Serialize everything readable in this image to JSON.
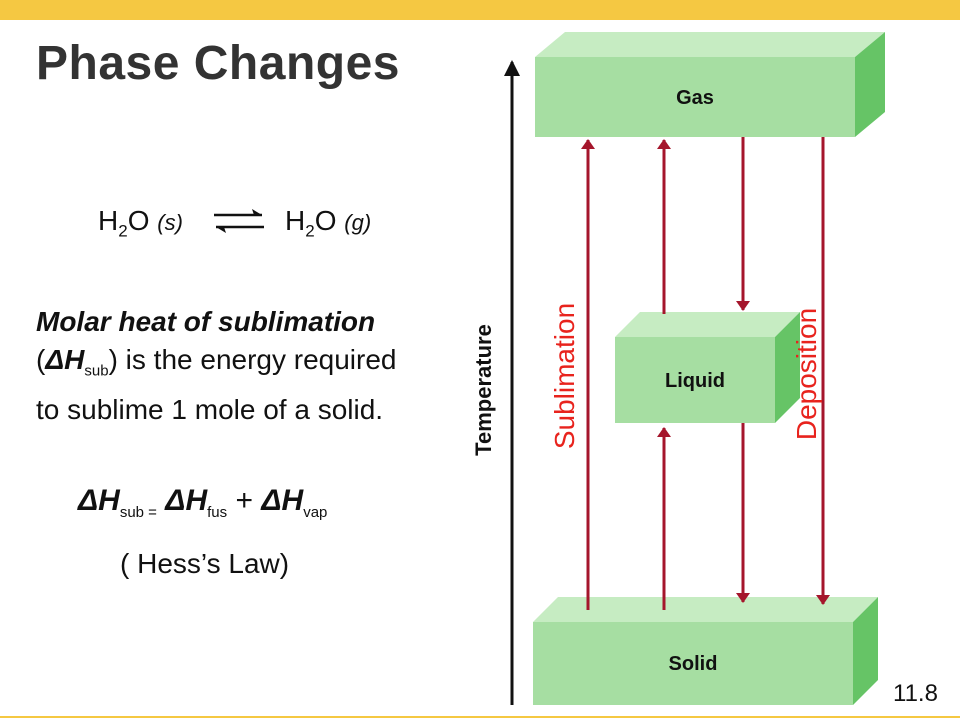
{
  "slide": {
    "title": "Phase Changes",
    "slide_number": "11.8"
  },
  "equation": {
    "left_species": "H",
    "left_sub": "2",
    "left_rest": "O",
    "left_state": "(s)",
    "right_species": "H",
    "right_sub": "2",
    "right_rest": "O",
    "right_state": "(g)"
  },
  "definition": {
    "term": "Molar heat of sublimation",
    "open_paren": "(",
    "delta": "Δ",
    "symbol": "H",
    "symbol_sub": "sub",
    "rest_line": ") is the energy required",
    "line2": "to sublime 1 mole of a solid."
  },
  "formula": {
    "delta1": "Δ",
    "h1": "H",
    "sub1": "sub =",
    "delta2": "Δ",
    "h2": "H",
    "sub2": "fus",
    "plus": "+",
    "delta3": "Δ",
    "h3": "H",
    "sub3": "vap"
  },
  "note": "( Hess’s Law)",
  "diagram": {
    "axis_label": "Temperature",
    "boxes": {
      "gas": "Gas",
      "liquid": "Liquid",
      "solid": "Solid"
    },
    "left_arrow_label": "Sublimation",
    "right_arrow_label": "Deposition"
  },
  "colors": {
    "top_bar": "#f5c842",
    "box_front": "#a6dea2",
    "box_top": "#c6ecc2",
    "box_side": "#66c466",
    "arrow": "#a5162c",
    "label_red": "#e8231d",
    "axis": "#111111"
  }
}
